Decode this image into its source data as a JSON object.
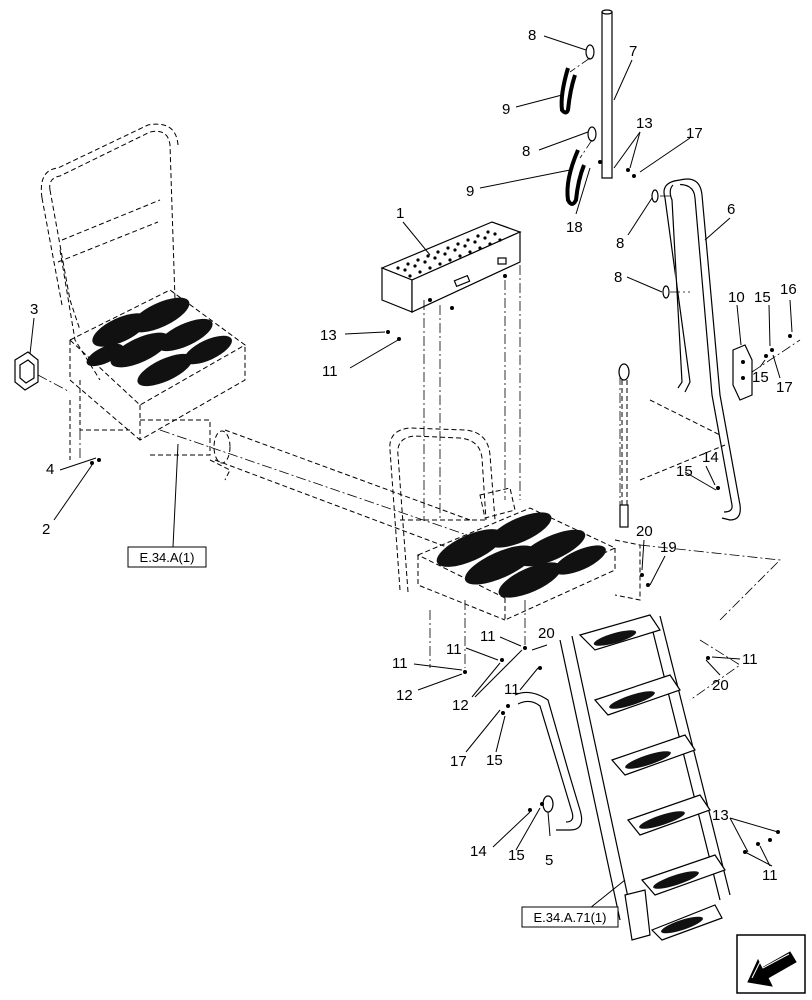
{
  "callouts": [
    {
      "id": "c1",
      "label": "1"
    },
    {
      "id": "c2",
      "label": "2"
    },
    {
      "id": "c3",
      "label": "3"
    },
    {
      "id": "c4",
      "label": "4"
    },
    {
      "id": "c5",
      "label": "5"
    },
    {
      "id": "c6",
      "label": "6"
    },
    {
      "id": "c7",
      "label": "7"
    },
    {
      "id": "c8a",
      "label": "8"
    },
    {
      "id": "c8b",
      "label": "8"
    },
    {
      "id": "c8c",
      "label": "8"
    },
    {
      "id": "c8d",
      "label": "8"
    },
    {
      "id": "c9a",
      "label": "9"
    },
    {
      "id": "c9b",
      "label": "9"
    },
    {
      "id": "c10",
      "label": "10"
    },
    {
      "id": "c11a",
      "label": "11"
    },
    {
      "id": "c11b",
      "label": "11"
    },
    {
      "id": "c11c",
      "label": "11"
    },
    {
      "id": "c11d",
      "label": "11"
    },
    {
      "id": "c11e",
      "label": "11"
    },
    {
      "id": "c11f",
      "label": "11"
    },
    {
      "id": "c11g",
      "label": "11"
    },
    {
      "id": "c12a",
      "label": "12"
    },
    {
      "id": "c12b",
      "label": "12"
    },
    {
      "id": "c13a",
      "label": "13"
    },
    {
      "id": "c13b",
      "label": "13"
    },
    {
      "id": "c13c",
      "label": "13"
    },
    {
      "id": "c14a",
      "label": "14"
    },
    {
      "id": "c14b",
      "label": "14"
    },
    {
      "id": "c15a",
      "label": "15"
    },
    {
      "id": "c15b",
      "label": "15"
    },
    {
      "id": "c15c",
      "label": "15"
    },
    {
      "id": "c15d",
      "label": "15"
    },
    {
      "id": "c15e",
      "label": "15"
    },
    {
      "id": "c16",
      "label": "16"
    },
    {
      "id": "c17a",
      "label": "17"
    },
    {
      "id": "c17b",
      "label": "17"
    },
    {
      "id": "c17c",
      "label": "17"
    },
    {
      "id": "c18",
      "label": "18"
    },
    {
      "id": "c19",
      "label": "19"
    },
    {
      "id": "c20a",
      "label": "20"
    },
    {
      "id": "c20b",
      "label": "20"
    },
    {
      "id": "c20c",
      "label": "20"
    }
  ],
  "references": [
    {
      "id": "ref1",
      "label": "E.34.A(1)"
    },
    {
      "id": "ref2",
      "label": "E.34.A.71(1)"
    }
  ],
  "nav_icon": "next-page-arrow-icon"
}
